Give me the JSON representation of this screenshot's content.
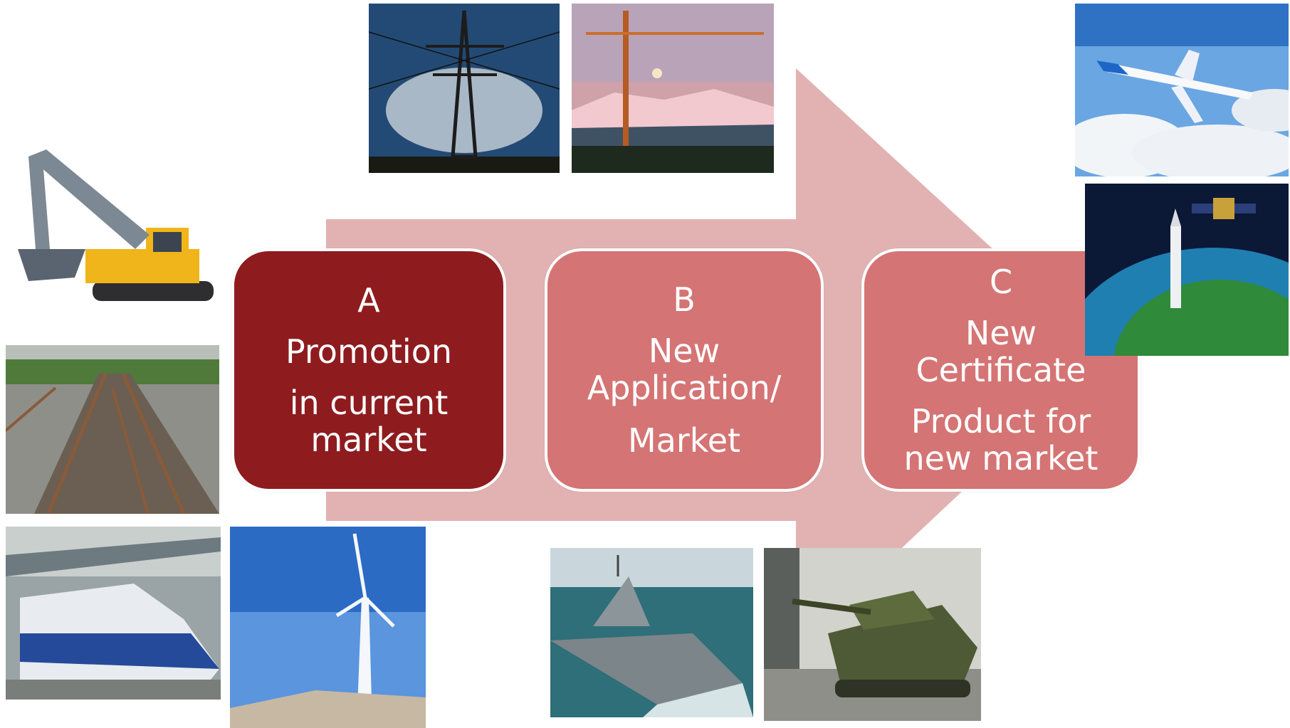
{
  "colors": {
    "arrow": "#e2b2b3",
    "stage_a": "#8e1c1f",
    "stage_b": "#d57474",
    "stage_c": "#d57474",
    "box_border": "#ffffff",
    "text": "#ffffff"
  },
  "stages": [
    {
      "letter": "A",
      "line1": "Promotion",
      "line2": "in current",
      "line3": "market"
    },
    {
      "letter": "B",
      "line1": "New",
      "line2": "Application/",
      "line3": "Market"
    },
    {
      "letter": "C",
      "line1": "New",
      "line2": "Certificate",
      "line3": "Product for",
      "line4": "new market"
    }
  ],
  "photos": [
    "excavator",
    "railway-track",
    "ktx-train",
    "wind-turbine",
    "power-pylon",
    "tower-crane",
    "navy-ship",
    "battle-tank",
    "boeing-airplane",
    "satellite-rocket-earth"
  ]
}
